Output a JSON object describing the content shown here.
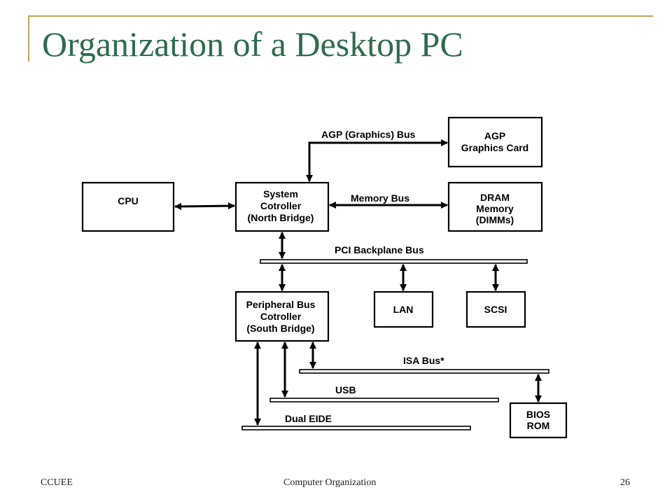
{
  "slide": {
    "title": "Organization of a Desktop PC",
    "footer_left": "CCUEE",
    "footer_center": "Computer Organization",
    "page_number": "26"
  },
  "diagram": {
    "boxes": {
      "agp_card": [
        "AGP",
        "Graphics Card"
      ],
      "cpu": [
        "CPU"
      ],
      "north_bridge": [
        "System",
        "Cotroller",
        "(North Bridge)"
      ],
      "dram": [
        "DRAM",
        "Memory",
        "(DIMMs)"
      ],
      "south_bridge": [
        "Peripheral Bus",
        "Cotroller",
        "(South Bridge)"
      ],
      "lan": [
        "LAN"
      ],
      "scsi": [
        "SCSI"
      ],
      "bios": [
        "BIOS",
        "ROM"
      ]
    },
    "buses": {
      "agp_bus": "AGP  (Graphics) Bus",
      "memory_bus": "Memory Bus",
      "pci_bus": "PCI Backplane Bus",
      "isa_bus": "ISA Bus*",
      "usb": "USB",
      "dual_eide": "Dual EIDE"
    }
  }
}
